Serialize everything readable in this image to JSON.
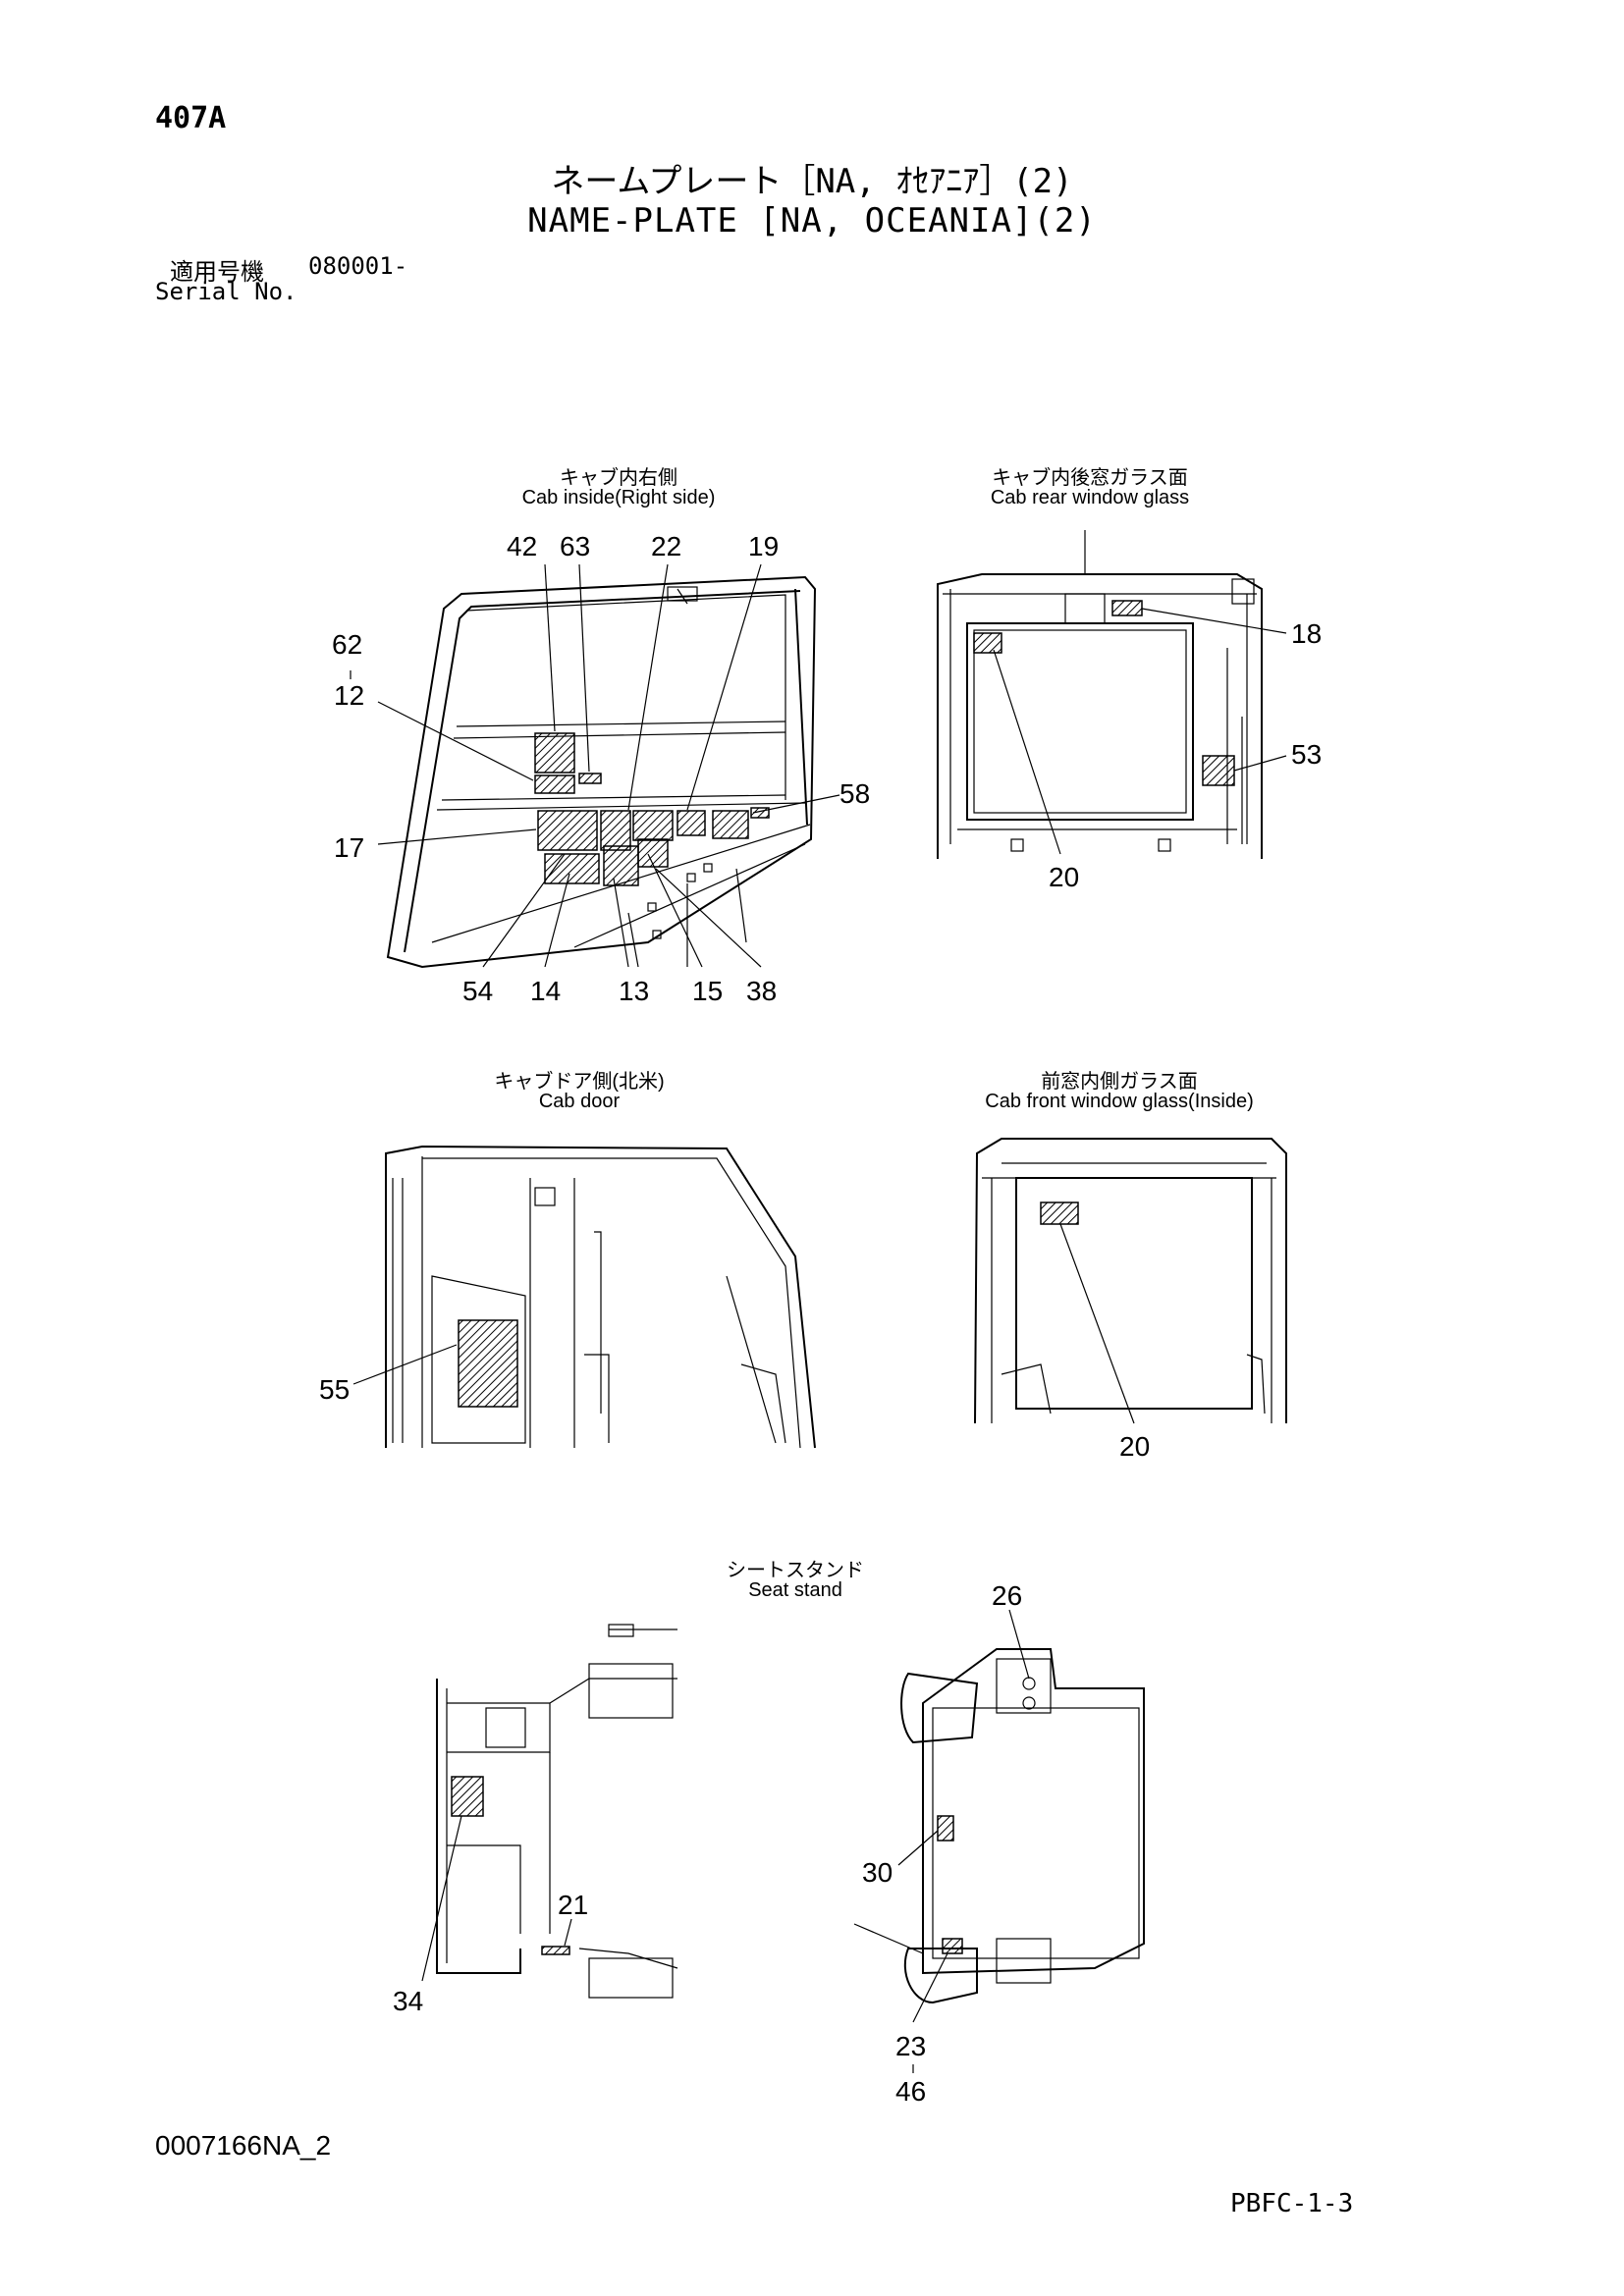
{
  "header": {
    "page_code": "407A",
    "title_ja": "ネームプレート［NA, ｵｾｱﾆｱ］(2)",
    "title_en": "NAME-PLATE [NA, OCEANIA](2)",
    "serial_label_ja": "適用号機",
    "serial_value": "080001-",
    "serial_label_en": "Serial No."
  },
  "views": {
    "cab_right": {
      "caption_ja": "キャブ内右側",
      "caption_en": "Cab inside(Right side)"
    },
    "cab_rear": {
      "caption_ja": "キャブ内後窓ガラス面",
      "caption_en": "Cab rear window glass"
    },
    "cab_door": {
      "caption_ja": "キャブドア側(北米)",
      "caption_en": "Cab door"
    },
    "cab_front": {
      "caption_ja": "前窓内側ガラス面",
      "caption_en": "Cab front window glass(Inside)"
    },
    "seat_stand": {
      "caption_ja": "シートスタンド",
      "caption_en": "Seat stand"
    }
  },
  "callouts": {
    "cab_right": [
      "42",
      "63",
      "22",
      "19",
      "62",
      "12",
      "58",
      "17",
      "54",
      "14",
      "13",
      "15",
      "38"
    ],
    "cab_rear": [
      "18",
      "53",
      "20"
    ],
    "cab_door": [
      "55"
    ],
    "cab_front": [
      "20"
    ],
    "seat_stand": [
      "26",
      "30",
      "21",
      "34",
      "23",
      "46"
    ]
  },
  "footer": {
    "doc_id": "0007166NA_2",
    "page_ref": "PBFC-1-3"
  }
}
